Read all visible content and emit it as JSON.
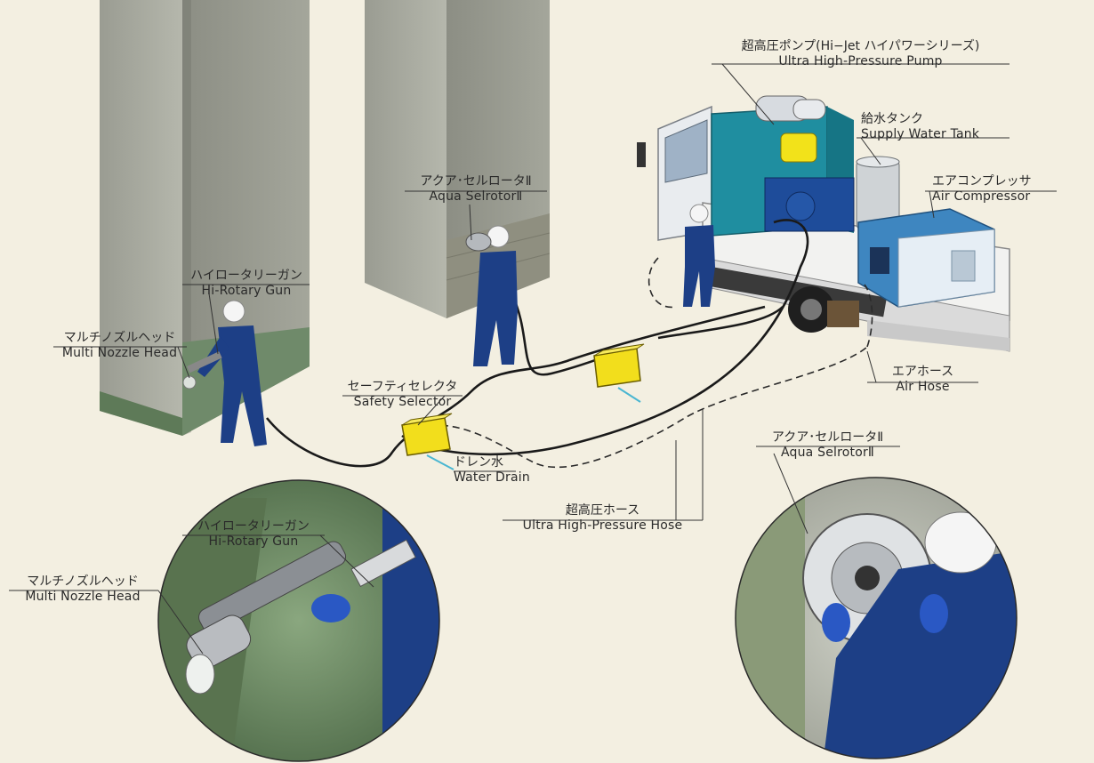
{
  "labels": {
    "pump_jp": "超高圧ポンプ(Hi−Jet ハイパワーシリーズ)",
    "pump_en": "Ultra High-Pressure Pump",
    "tank_jp": "給水タンク",
    "tank_en": "Supply Water Tank",
    "compressor_jp": "エアコンプレッサ",
    "compressor_en": "Air Compressor",
    "aqua_top_jp": "アクア･セルロータⅡ",
    "aqua_top_en": "Aqua SelrotorⅡ",
    "hirotary_top_jp": "ハイロータリーガン",
    "hirotary_top_en": "Hi-Rotary Gun",
    "multi_top_jp": "マルチノズルヘッド",
    "multi_top_en": "Multi Nozzle Head",
    "safety_jp": "セーフティセレクタ",
    "safety_en": "Safety Selector",
    "airhose_jp": "エアホース",
    "airhose_en": "Air Hose",
    "drain_jp": "ドレン水",
    "drain_en": "Water Drain",
    "hphose_jp": "超高圧ホース",
    "hphose_en": "Ultra High-Pressure Hose",
    "hirotary_inset_jp": "ハイロータリーガン",
    "hirotary_inset_en": "Hi-Rotary Gun",
    "multi_inset_jp": "マルチノズルヘッド",
    "multi_inset_en": "Multi Nozzle Head",
    "aqua_inset_jp": "アクア･セルロータⅡ",
    "aqua_inset_en": "Aqua SelrotorⅡ"
  },
  "colors": {
    "background": "#f3efe1",
    "pillar": "#a7a99e",
    "pillar_shadow": "#7c7e74",
    "green_concrete": "#6f8a6a",
    "worker_blue": "#1d3f86",
    "pump_teal": "#1f8ea0",
    "compressor_blue": "#3e86c0",
    "selector_yellow": "#f2de1c",
    "hose": "#1a1a1a",
    "leader_line": "#333333"
  }
}
